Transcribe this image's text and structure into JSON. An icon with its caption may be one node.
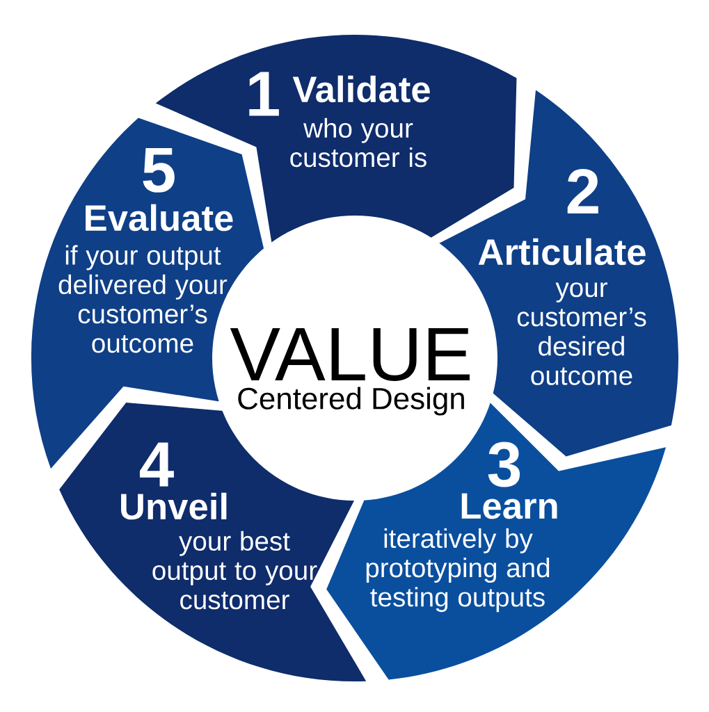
{
  "diagram": {
    "nodes": [
      {
        "text": [
          "VALUE",
          "Centered Design"
        ]
      },
      {
        "text": [
          "1",
          "Validate",
          "who your customer is"
        ]
      },
      {
        "text": [
          "2",
          "Articulate",
          "your customer’s desired outcome"
        ]
      },
      {
        "text": [
          "3",
          "Learn",
          "iteratively by prototyping and testing outputs"
        ]
      },
      {
        "text": [
          "4",
          "Unveil",
          "your best output to your customer"
        ]
      },
      {
        "text": [
          "5",
          "Evaluate",
          "if your output delivered your customer’s outcome"
        ]
      }
    ]
  }
}
